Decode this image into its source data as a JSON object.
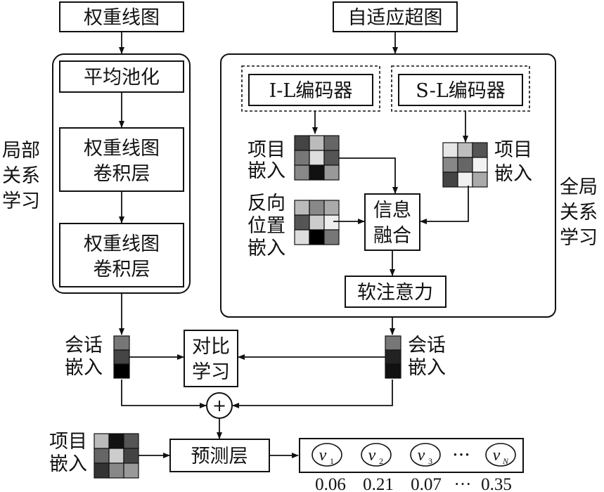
{
  "top_left_input": "权重线图",
  "top_right_input": "自适应超图",
  "local_module": {
    "side_label": [
      "局部",
      "关系",
      "学习"
    ],
    "pool": "平均池化",
    "gcn1": [
      "权重线图",
      "卷积层"
    ],
    "gcn2": [
      "权重线图",
      "卷积层"
    ]
  },
  "global_module": {
    "side_label": [
      "全局",
      "关系",
      "学习"
    ],
    "il_encoder": "I-L编码器",
    "sl_encoder": "S-L编码器",
    "item_embed_left": [
      "项目",
      "嵌入"
    ],
    "item_embed_right": [
      "项目",
      "嵌入"
    ],
    "reverse_pos_embed": [
      "反向",
      "位置",
      "嵌入"
    ],
    "fusion": [
      "信息",
      "融合"
    ],
    "soft_attention": "软注意力"
  },
  "session_embed_left": [
    "会话",
    "嵌入"
  ],
  "session_embed_right": [
    "会话",
    "嵌入"
  ],
  "contrastive": [
    "对比",
    "学习"
  ],
  "plus_symbol": "+",
  "item_embed_bottom": [
    "项目",
    "嵌入"
  ],
  "prediction": "预测层",
  "outputs": {
    "nodes": [
      {
        "label": "v",
        "sub": "1"
      },
      {
        "label": "v",
        "sub": "2"
      },
      {
        "label": "v",
        "sub": "3"
      },
      {
        "label": "v",
        "sub": "N"
      }
    ],
    "ellipsis": "···",
    "scores": [
      "0.06",
      "0.21",
      "0.07",
      "···",
      "0.35"
    ]
  }
}
